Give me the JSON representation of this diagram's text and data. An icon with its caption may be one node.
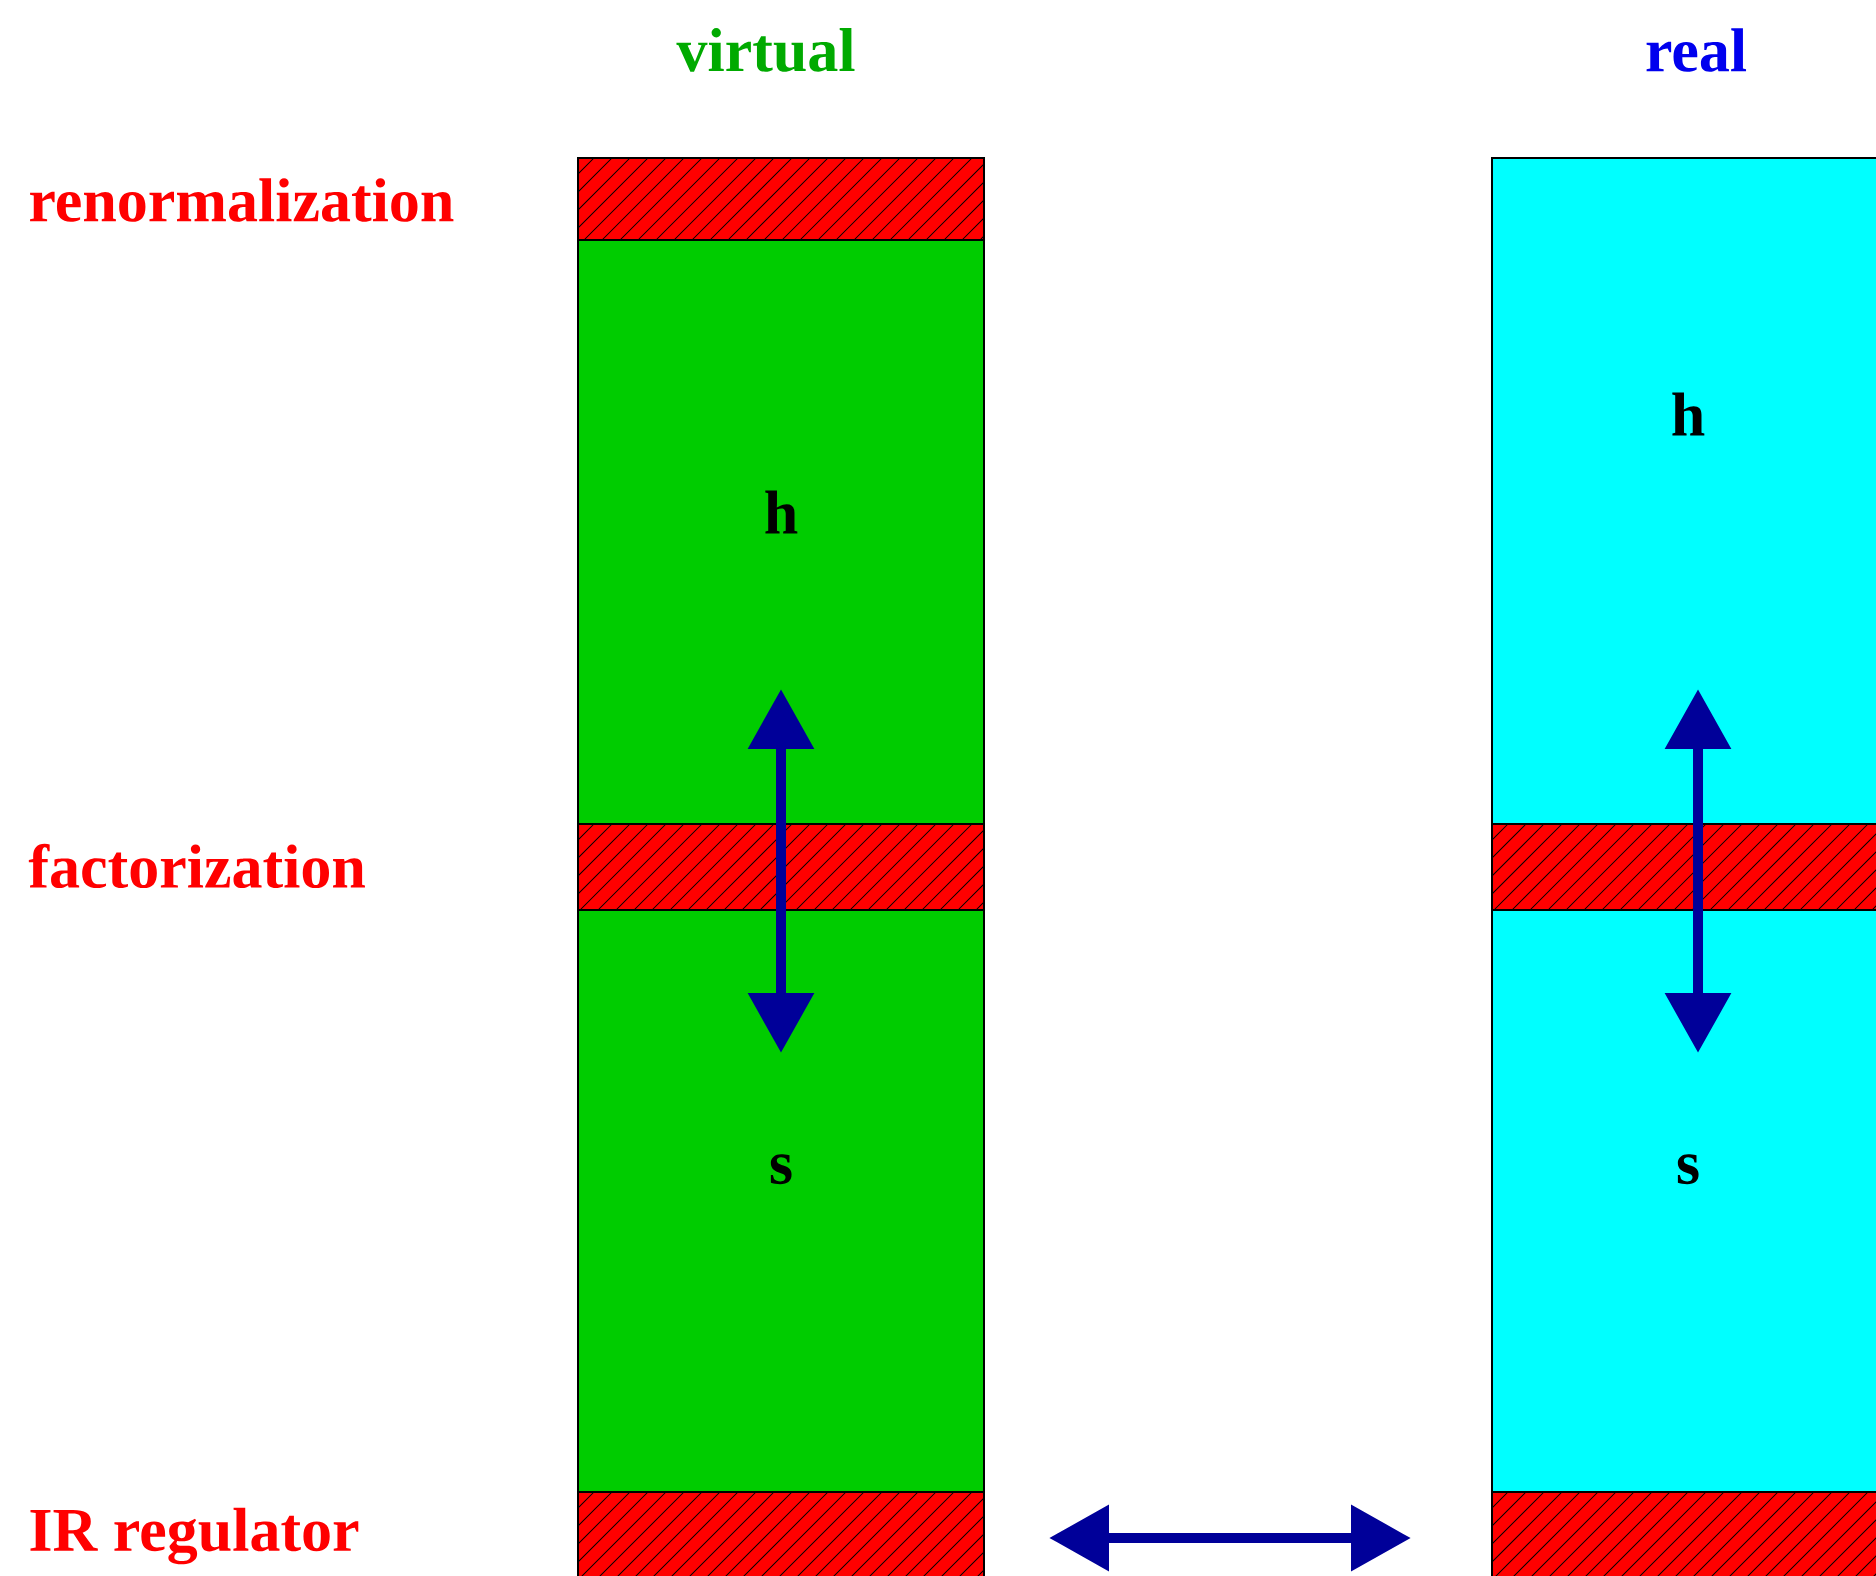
{
  "diagram": {
    "nodes": [
      {
        "text": [
          "h"
        ]
      },
      {
        "text": [
          "s"
        ]
      },
      {
        "text": [
          "h"
        ]
      },
      {
        "text": [
          "s"
        ]
      },
      {
        "text": [],
        "shape": "box"
      },
      {
        "text": [],
        "shape": "box"
      }
    ],
    "edges": [
      {
        "from": 0,
        "to": 1,
        "arrow": "both"
      },
      {
        "from": 2,
        "to": 3,
        "arrow": "both"
      },
      {
        "from": 4,
        "to": 5,
        "arrow": "both"
      }
    ],
    "labels": [
      "virtual",
      "real",
      "renormalization",
      "factorization",
      "IR regulator"
    ]
  }
}
